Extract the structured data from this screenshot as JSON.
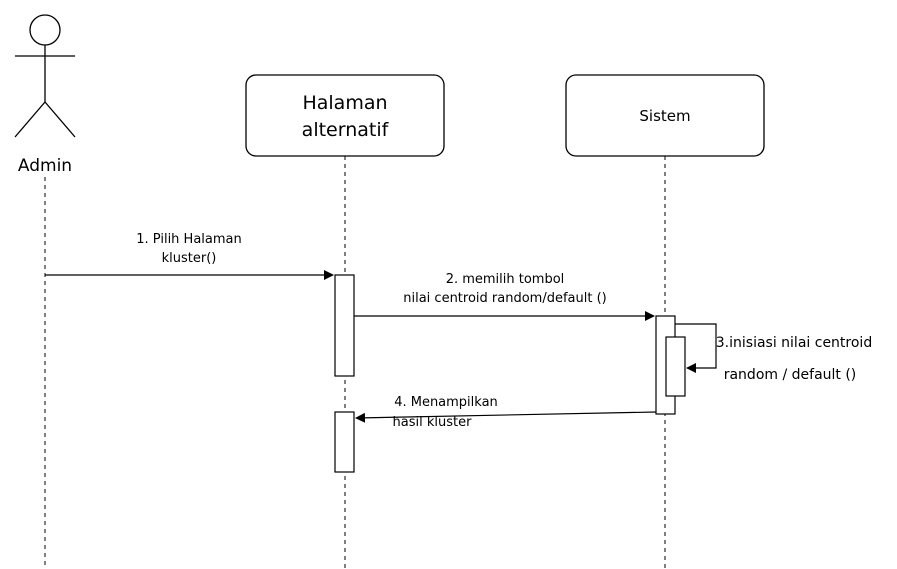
{
  "participants": {
    "actor": {
      "label": "Admin"
    },
    "page": {
      "line1": "Halaman",
      "line2": "alternatif"
    },
    "system": {
      "label": "Sistem"
    }
  },
  "messages": [
    {
      "line1": "1. Pilih Halaman",
      "line2": "kluster()"
    },
    {
      "line1": "2. memilih tombol",
      "line2": "nilai centroid random/default ()"
    },
    {
      "line1": "3.inisiasi nilai centroid",
      "line2": "random / default ()"
    },
    {
      "line1": "4. Menampilkan",
      "line2": "hasil kluster"
    }
  ],
  "colors": {
    "stroke": "#000000",
    "background": "#ffffff"
  }
}
